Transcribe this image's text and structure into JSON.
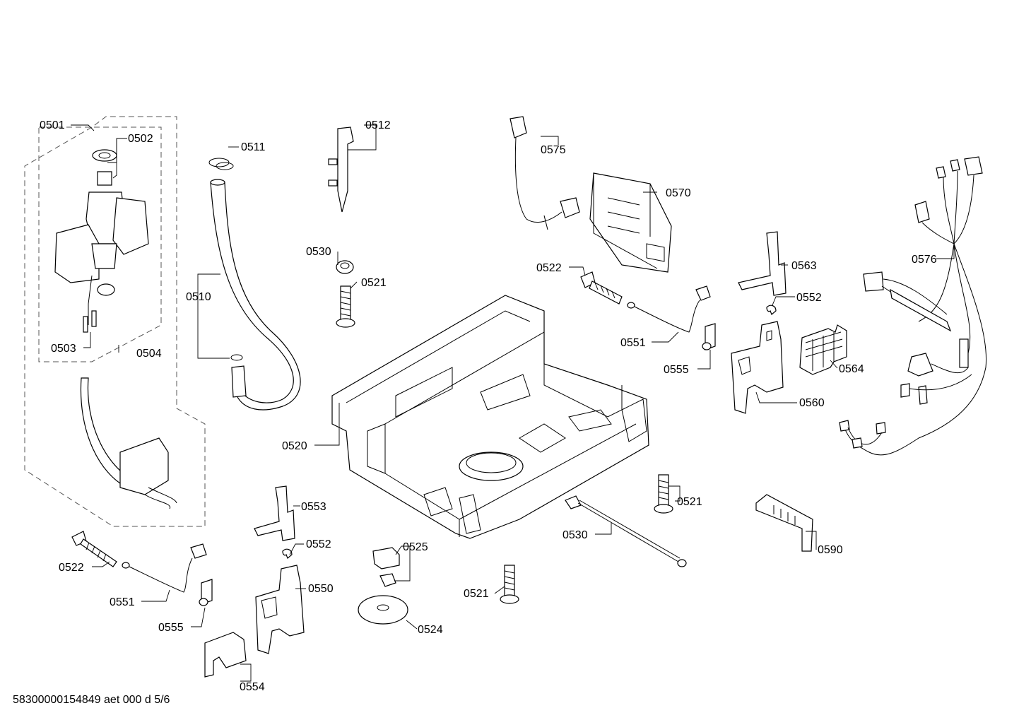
{
  "labels": {
    "p0501": "0501",
    "p0502": "0502",
    "p0503": "0503",
    "p0504": "0504",
    "p0510": "0510",
    "p0511": "0511",
    "p0512": "0512",
    "p0520": "0520",
    "p0521a": "0521",
    "p0521b": "0521",
    "p0521c": "0521",
    "p0522a": "0522",
    "p0522b": "0522",
    "p0524": "0524",
    "p0525": "0525",
    "p0530a": "0530",
    "p0530b": "0530",
    "p0550": "0550",
    "p0551a": "0551",
    "p0551b": "0551",
    "p0552a": "0552",
    "p0552b": "0552",
    "p0553": "0553",
    "p0554": "0554",
    "p0555a": "0555",
    "p0555b": "0555",
    "p0560": "0560",
    "p0563": "0563",
    "p0564": "0564",
    "p0570": "0570",
    "p0575": "0575",
    "p0576": "0576",
    "p0590": "0590"
  },
  "footer": "58300000154849 aet 000 d 5/6"
}
